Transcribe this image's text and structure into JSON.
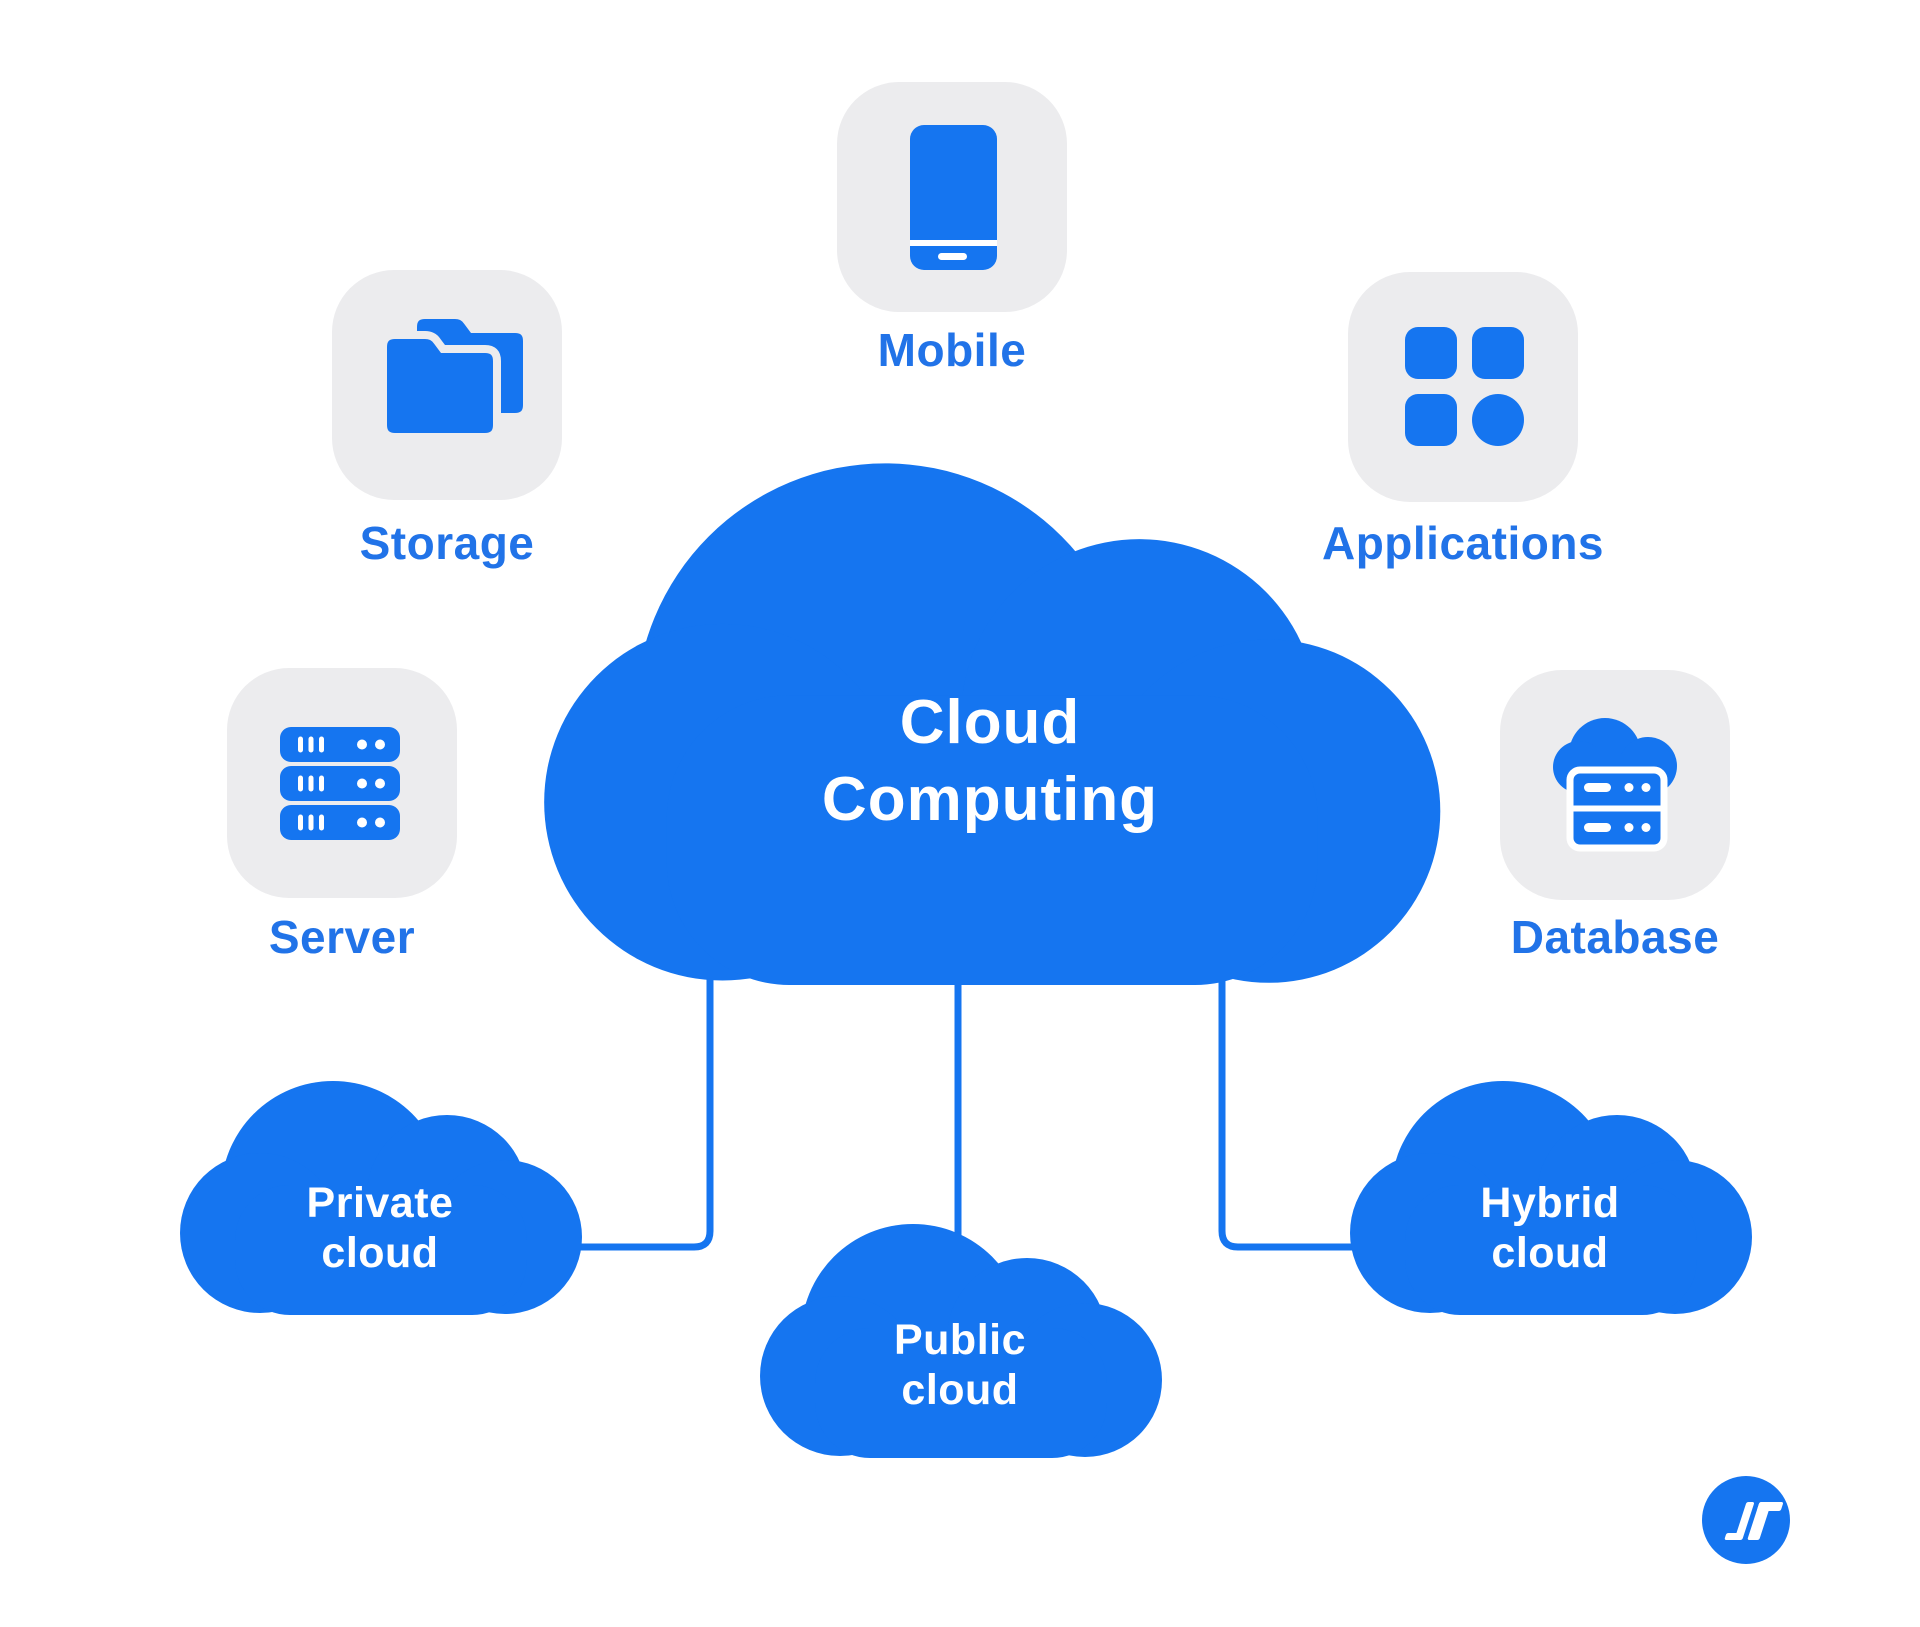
{
  "colors": {
    "primary_blue": "#1575F0",
    "label_blue": "#2173E8",
    "tile_gray": "#ECECEE",
    "white": "#FFFFFF"
  },
  "main_cloud": {
    "title_line1": "Cloud",
    "title_line2": "Computing"
  },
  "nodes": [
    {
      "label": "Mobile",
      "icon": "smartphone-icon"
    },
    {
      "label": "Storage",
      "icon": "folders-icon"
    },
    {
      "label": "Applications",
      "icon": "app-grid-icon"
    },
    {
      "label": "Server",
      "icon": "server-rack-icon"
    },
    {
      "label": "Database",
      "icon": "cloud-database-icon"
    }
  ],
  "sub_clouds": [
    {
      "line1": "Private",
      "line2": "cloud"
    },
    {
      "line1": "Public",
      "line2": "cloud"
    },
    {
      "line1": "Hybrid",
      "line2": "cloud"
    }
  ],
  "logo": {
    "name": "brand-logo"
  }
}
